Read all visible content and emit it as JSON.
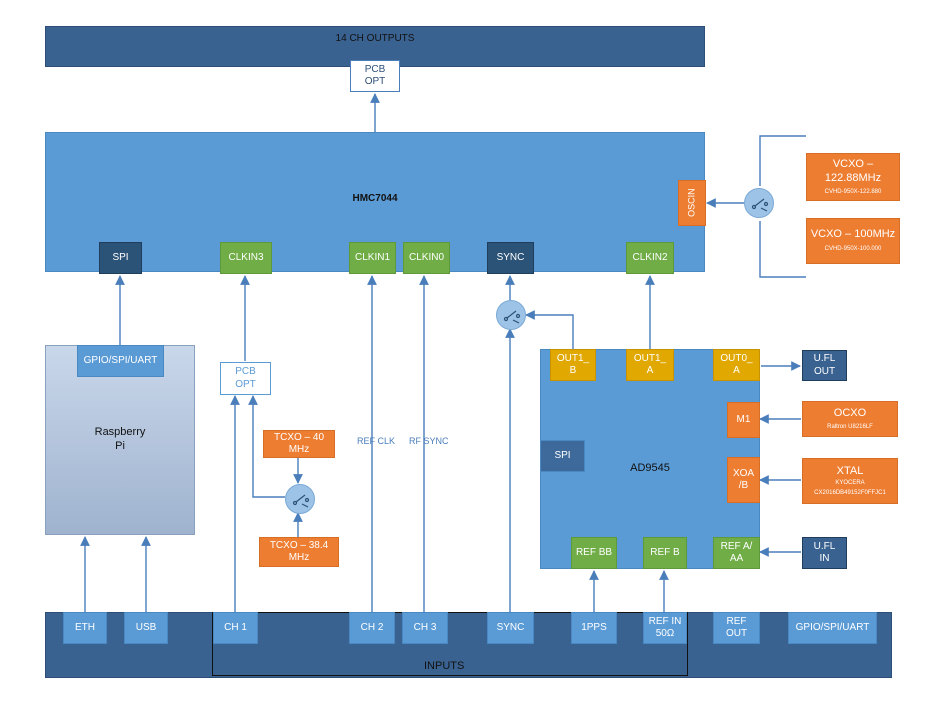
{
  "blocks": {
    "outputs": "14 CH OUTPUTS",
    "pcb_opt_top": [
      "PCB",
      "OPT"
    ],
    "hmc7044": "HMC7044",
    "hmc_spi": "SPI",
    "clkin3": "CLKIN3",
    "clkin1": "CLKIN1",
    "clkin0": "CLKIN0",
    "hmc_sync": "SYNC",
    "clkin2": "CLKIN2",
    "oscin": "OSCIN",
    "vcxo1": {
      "title": [
        "VCXO –",
        "122.88MHz"
      ],
      "part": "CVHD-950X-122.880"
    },
    "vcxo2": {
      "title": "VCXO – 100MHz",
      "part": "CVHD-950X-100.000"
    },
    "rpi": {
      "port": "GPIO/SPI/UART",
      "name": [
        "Raspberry",
        "Pi"
      ]
    },
    "pcb_opt_mid": [
      "PCB",
      "OPT"
    ],
    "tcxo40": [
      "TCXO – 40",
      "MHz"
    ],
    "tcxo384": [
      "TCXO – 38.4",
      "MHz"
    ],
    "ref_clk": "REF CLK",
    "rf_sync": "RF SYNC",
    "ad9545": {
      "name": "AD9545",
      "out1b": [
        "OUT1_",
        "B"
      ],
      "out1a": [
        "OUT1_",
        "A"
      ],
      "out0a": [
        "OUT0_",
        "A"
      ],
      "m1": "M1",
      "spi": "SPI",
      "xoa": [
        "XOA",
        "/B"
      ],
      "refbb": "REF BB",
      "refb": "REF B",
      "refa": [
        "REF A/",
        "AA"
      ]
    },
    "ufl_out": [
      "U.FL",
      "OUT"
    ],
    "ufl_in": [
      "U.FL",
      "IN"
    ],
    "ocxo": {
      "title": "OCXO",
      "part": "Raltron U8216LF"
    },
    "xtal": {
      "title": "XTAL",
      "maker": "KYOCERA",
      "part": "CX2016DB49152F0FFJC1"
    }
  },
  "inputs": {
    "label": "INPUTS",
    "ports": {
      "eth": "ETH",
      "usb": "USB",
      "ch1": "CH 1",
      "ch2": "CH 2",
      "ch3": "CH 3",
      "sync": "SYNC",
      "pps": "1PPS",
      "refin": [
        "REF IN",
        "50Ω"
      ],
      "refout": [
        "REF",
        "OUT"
      ],
      "gpio": "GPIO/SPI/UART"
    }
  },
  "colors": {
    "wire": "#4a7ebb",
    "ref_out_arrow": "#f0b400"
  }
}
